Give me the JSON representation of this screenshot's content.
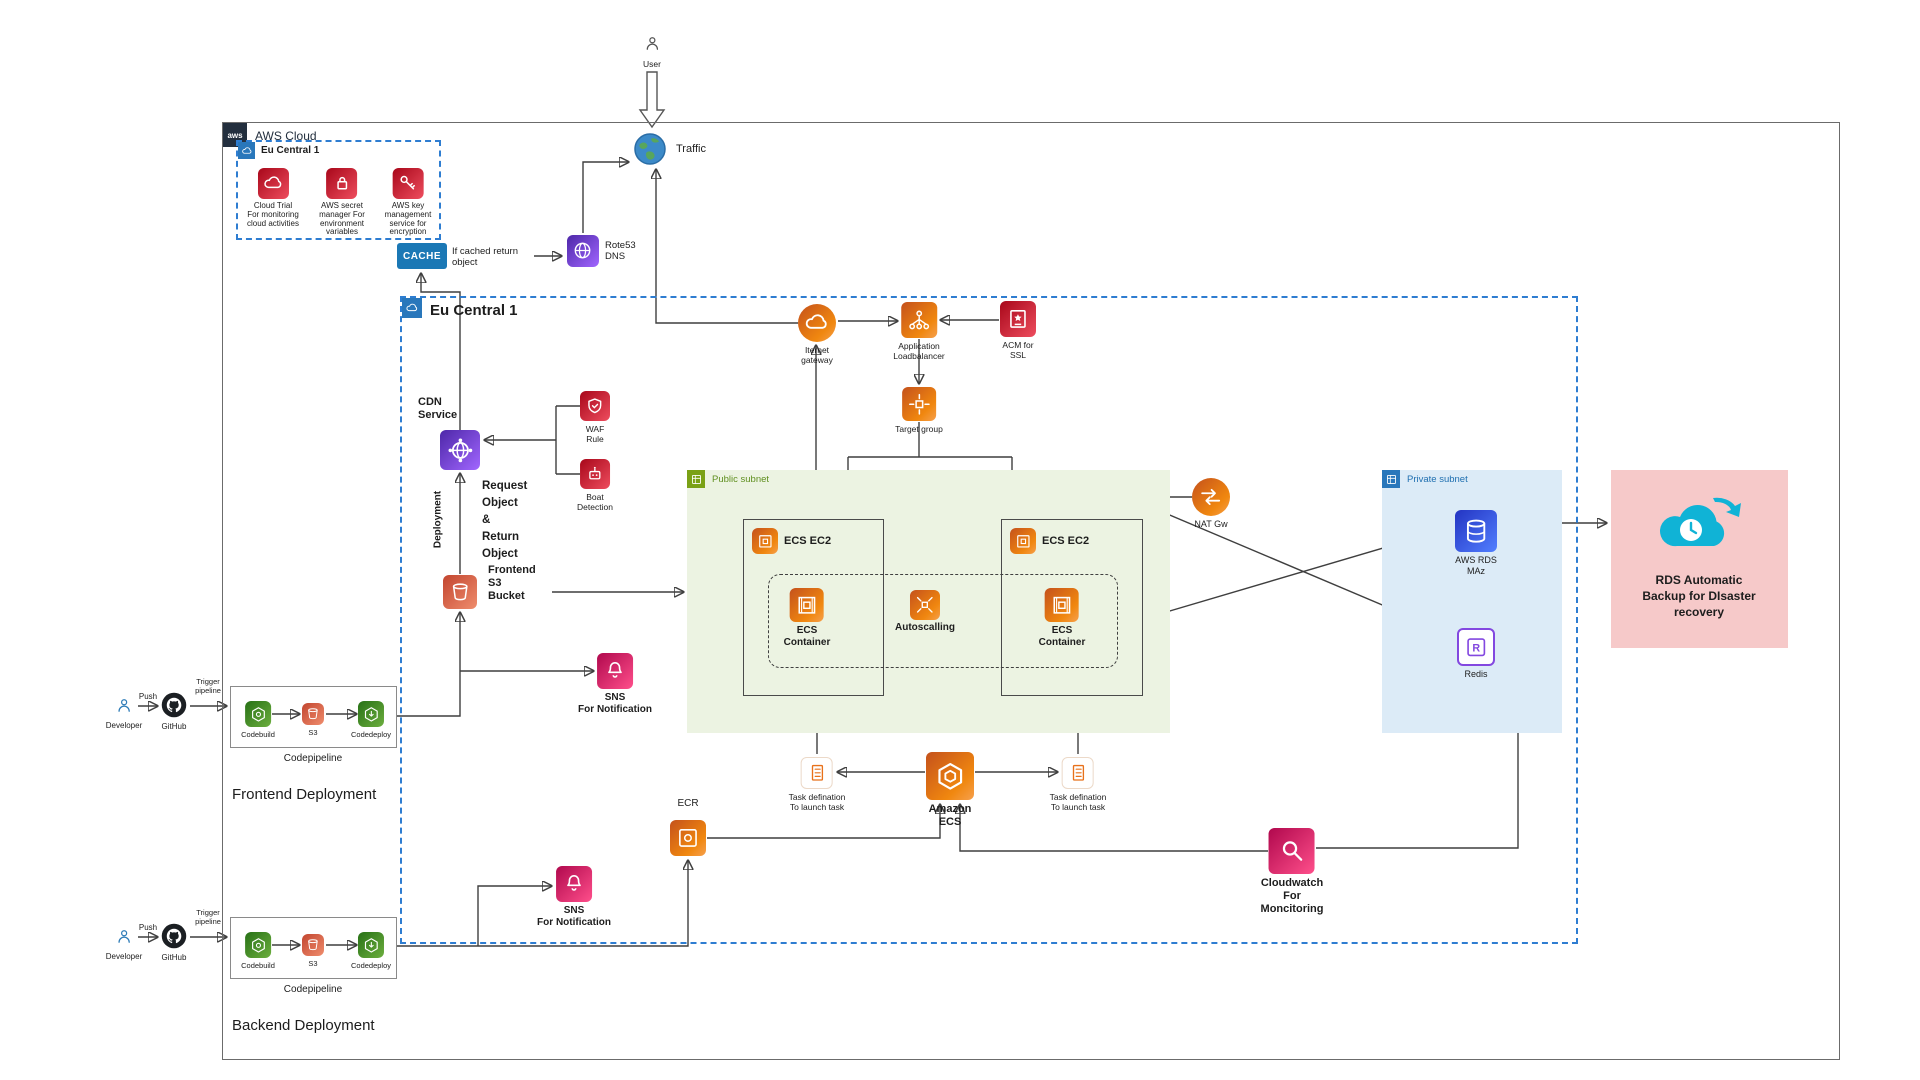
{
  "colors": {
    "orange": "#f0870f",
    "security_red": "#ee4d5e",
    "pink": "#ff4f8b",
    "purple": "#a166ff",
    "rds_blue": "#527fff",
    "code_green": "#6cae3e",
    "region_dash": "#2e7dd1",
    "public_subnet_fill": "#ecf3e2",
    "private_subnet_fill": "#dcebf7",
    "backup_box_fill": "#f6c9c9",
    "backup_cloud": "#10b3d6",
    "cache_fill": "#1b78b5"
  },
  "icons": {
    "user": "person-icon",
    "traffic": "globe-icon",
    "aws_cloud": "aws-logo",
    "cloudtrail": "cloud-icon",
    "secrets_manager": "lock-icon",
    "kms": "key-icon",
    "route53": "globe-icon",
    "igw": "cloud-icon",
    "alb": "network-tree-icon",
    "acm": "certificate-icon",
    "target_group": "target-arrows-icon",
    "cdn": "globe-network-icon",
    "waf": "shield-icon",
    "bot": "robot-icon",
    "s3_bucket": "bucket-icon",
    "sns": "bell-icon",
    "ecs_ec2": "instance-icon",
    "ecs_container": "container-icon",
    "autoscaling": "scale-arrows-icon",
    "nat": "swap-arrows-icon",
    "rds": "database-icon",
    "redis": "redis-r-icon",
    "task_def": "document-list-icon",
    "ecs_service": "hexagon-icon",
    "ecr": "registry-icon",
    "cloudwatch": "magnifier-icon",
    "backup": "cloud-clock-icon",
    "codebuild": "hexagon-gear-icon",
    "codedeploy": "hexagon-arrow-icon",
    "github": "github-icon",
    "developer": "person-icon"
  },
  "top": {
    "user": "User",
    "traffic": "Traffic"
  },
  "aws_cloud": {
    "logo": "aws",
    "label": "AWS Cloud"
  },
  "region_small": {
    "label": "Eu Central 1",
    "cloudtrail": "Cloud Trial\nFor monitoring\ncloud activities",
    "secrets": "AWS secret\nmanager For\nenvironment\nvariables",
    "kms": "AWS key\nmanagement\nservice for\nencryption"
  },
  "cache": {
    "box": "CACHE",
    "note": "If cached  return\nobject"
  },
  "route53": "Rote53\nDNS",
  "region_big": "Eu Central 1",
  "nodes": {
    "igw": "Iternet\ngateway",
    "alb": "Application\nLoadbalancer",
    "acm": "ACM for\nSSL",
    "target_group": "Target group",
    "cdn": "CDN\nService",
    "waf": "WAF\nRule",
    "bot": "Boat\nDetection",
    "request_return": "Request\nObject\n&\nReturn\nObject",
    "deployment": "Deployment",
    "bucket": "Frontend\nS3\nBucket",
    "sns": "SNS\nFor Notification",
    "nat": "NAT Gw",
    "rds": "AWS RDS\nMAz",
    "redis": "Redis",
    "taskdef": "Task defination\nTo launch task",
    "ecs_service": "Amazon\nECS",
    "ecr": "ECR",
    "cloudwatch": "Cloudwatch\nFor\nMoncitoring",
    "autoscaling": "Autoscalling",
    "ecs_ec2": "ECS EC2",
    "ecs_container": "ECS\nContainer"
  },
  "subnets": {
    "public": "Public subnet",
    "private": "Private subnet"
  },
  "backup": "RDS Automatic\nBackup for DIsaster\nrecovery",
  "pipeline": {
    "codebuild": "Codebuild",
    "s3": "S3",
    "codedeploy": "Codedeploy",
    "codepipeline": "Codepipeline",
    "frontend_title": "Frontend Deployment",
    "backend_title": "Backend Deployment",
    "developer": "Developer",
    "github": "GitHub",
    "push": "Push",
    "trigger": "Trigger\npipeline"
  }
}
